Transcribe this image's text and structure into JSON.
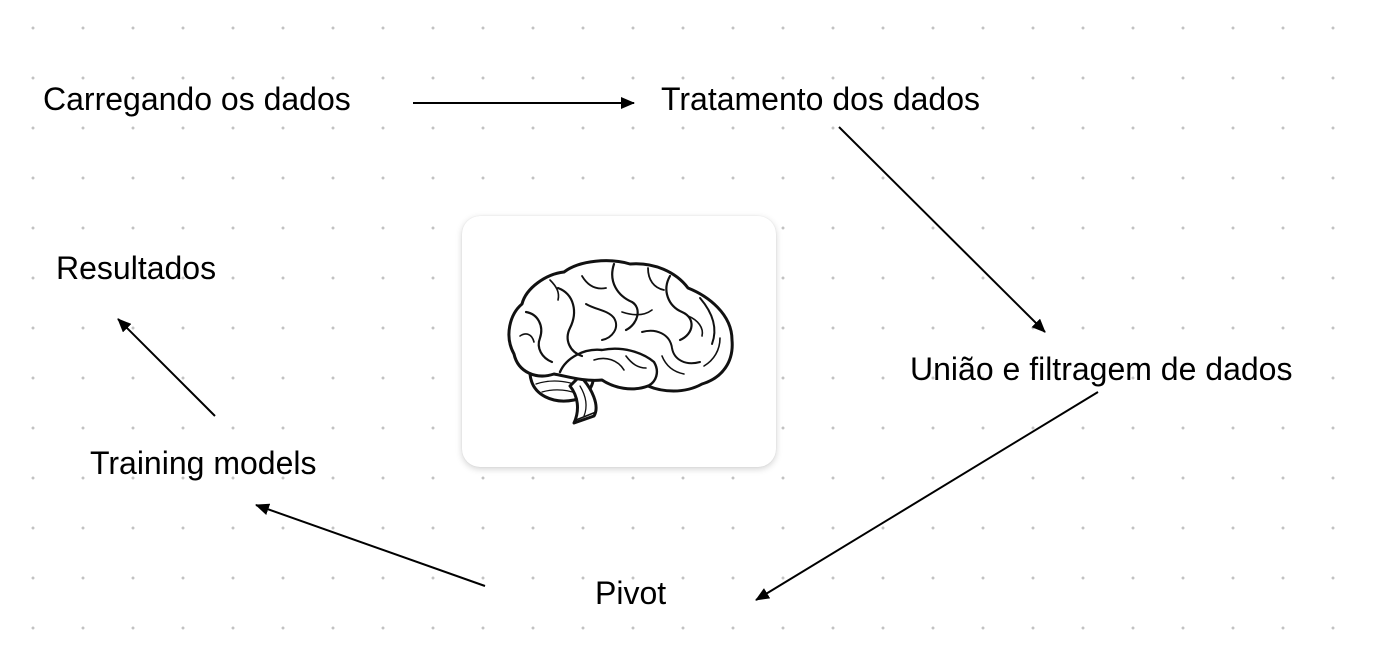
{
  "diagram": {
    "nodes": [
      {
        "id": "carregando",
        "label": "Carregando os dados"
      },
      {
        "id": "tratamento",
        "label": "Tratamento dos dados"
      },
      {
        "id": "uniao",
        "label": "União e filtragem de dados"
      },
      {
        "id": "pivot",
        "label": "Pivot"
      },
      {
        "id": "training",
        "label": "Training models"
      },
      {
        "id": "resultados",
        "label": "Resultados"
      }
    ],
    "edges": [
      {
        "from": "carregando",
        "to": "tratamento"
      },
      {
        "from": "tratamento",
        "to": "uniao"
      },
      {
        "from": "uniao",
        "to": "pivot"
      },
      {
        "from": "pivot",
        "to": "training"
      },
      {
        "from": "training",
        "to": "resultados"
      }
    ],
    "image": {
      "icon": "brain-icon"
    }
  }
}
